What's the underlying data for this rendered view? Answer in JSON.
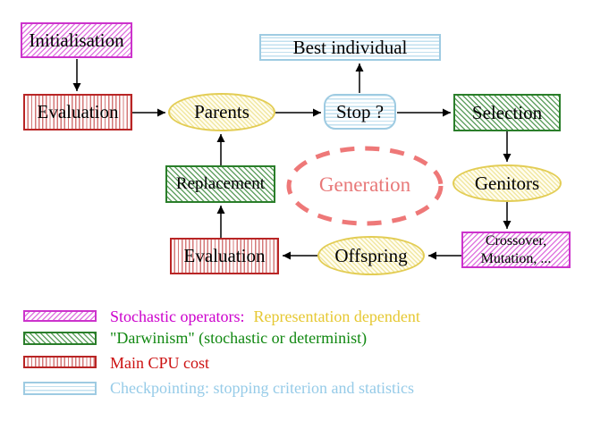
{
  "nodes": {
    "initialisation": {
      "label": "Initialisation"
    },
    "evaluation_top": {
      "label": "Evaluation"
    },
    "parents": {
      "label": "Parents"
    },
    "best_individual": {
      "label": "Best individual"
    },
    "stop": {
      "label": "Stop ?"
    },
    "selection": {
      "label": "Selection"
    },
    "genitors": {
      "label": "Genitors"
    },
    "crossover": {
      "lines": [
        "Crossover,",
        "Mutation, ..."
      ]
    },
    "offspring": {
      "label": "Offspring"
    },
    "evaluation_bottom": {
      "label": "Evaluation"
    },
    "replacement": {
      "label": "Replacement"
    },
    "generation": {
      "label": "Generation"
    }
  },
  "legend": [
    {
      "swatch": "magenta-diagonal-hatch",
      "label": "Stochastic operators:",
      "label_extra": "Representation dependent"
    },
    {
      "swatch": "green-diagonal-hatch",
      "label": "\"Darwinism\" (stochastic or determinist)"
    },
    {
      "swatch": "red-vertical-lines",
      "label": "Main CPU cost"
    },
    {
      "swatch": "cyan-horizontal-lines",
      "label": "Checkpointing: stopping criterion and statistics"
    }
  ],
  "colors": {
    "magenta_border": "#cc33cc",
    "green_border": "#2a7e2a",
    "red_border": "#b92525",
    "cyan_border": "#9ecbe2",
    "yellow_border": "#e3cd55",
    "salmon_dashed": "#ee7878",
    "legend_magenta_text": "#cc00cc",
    "legend_gold_text": "#e6c832",
    "legend_green_text": "#118811",
    "legend_red_text": "#cc1111",
    "legend_cyan_text": "#96cbe8",
    "arrow": "#000000"
  }
}
